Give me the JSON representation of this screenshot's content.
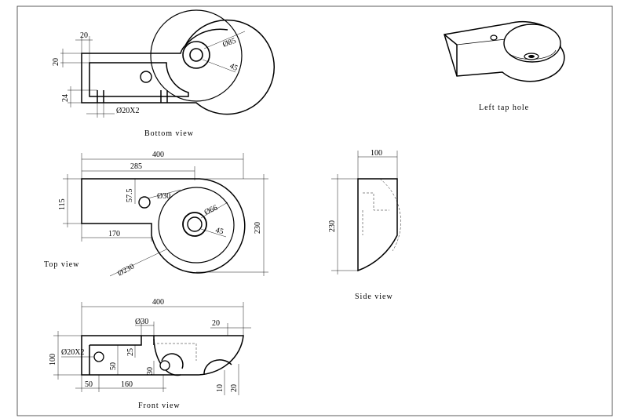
{
  "captions": {
    "bottom": "Bottom view",
    "left_tap": "Left tap hole",
    "top": "Top view",
    "side": "Side view",
    "front": "Front view"
  },
  "bottom_view": {
    "dim_20_top": "20",
    "dim_20_left": "20",
    "dim_24": "24",
    "dim_holes": "Ø20X2",
    "dim_85": "Ø85",
    "dim_45": "45"
  },
  "top_view": {
    "dim_400": "400",
    "dim_285": "285",
    "dim_115": "115",
    "dim_57_5": "57.5",
    "dim_30": "Ø30",
    "dim_66": "Ø66",
    "dim_45": "45",
    "dim_170": "170",
    "dim_230": "230",
    "dim_r230": "Ø230"
  },
  "side_view": {
    "dim_100": "100",
    "dim_230": "230"
  },
  "front_view": {
    "dim_400": "400",
    "dim_30": "Ø30",
    "dim_20_top": "20",
    "dim_100": "100",
    "dim_holes": "Ø20X2",
    "dim_50_v": "50",
    "dim_25": "25",
    "dim_30_v": "30",
    "dim_50_h": "50",
    "dim_160": "160",
    "dim_10": "10",
    "dim_20_bottom": "20"
  }
}
